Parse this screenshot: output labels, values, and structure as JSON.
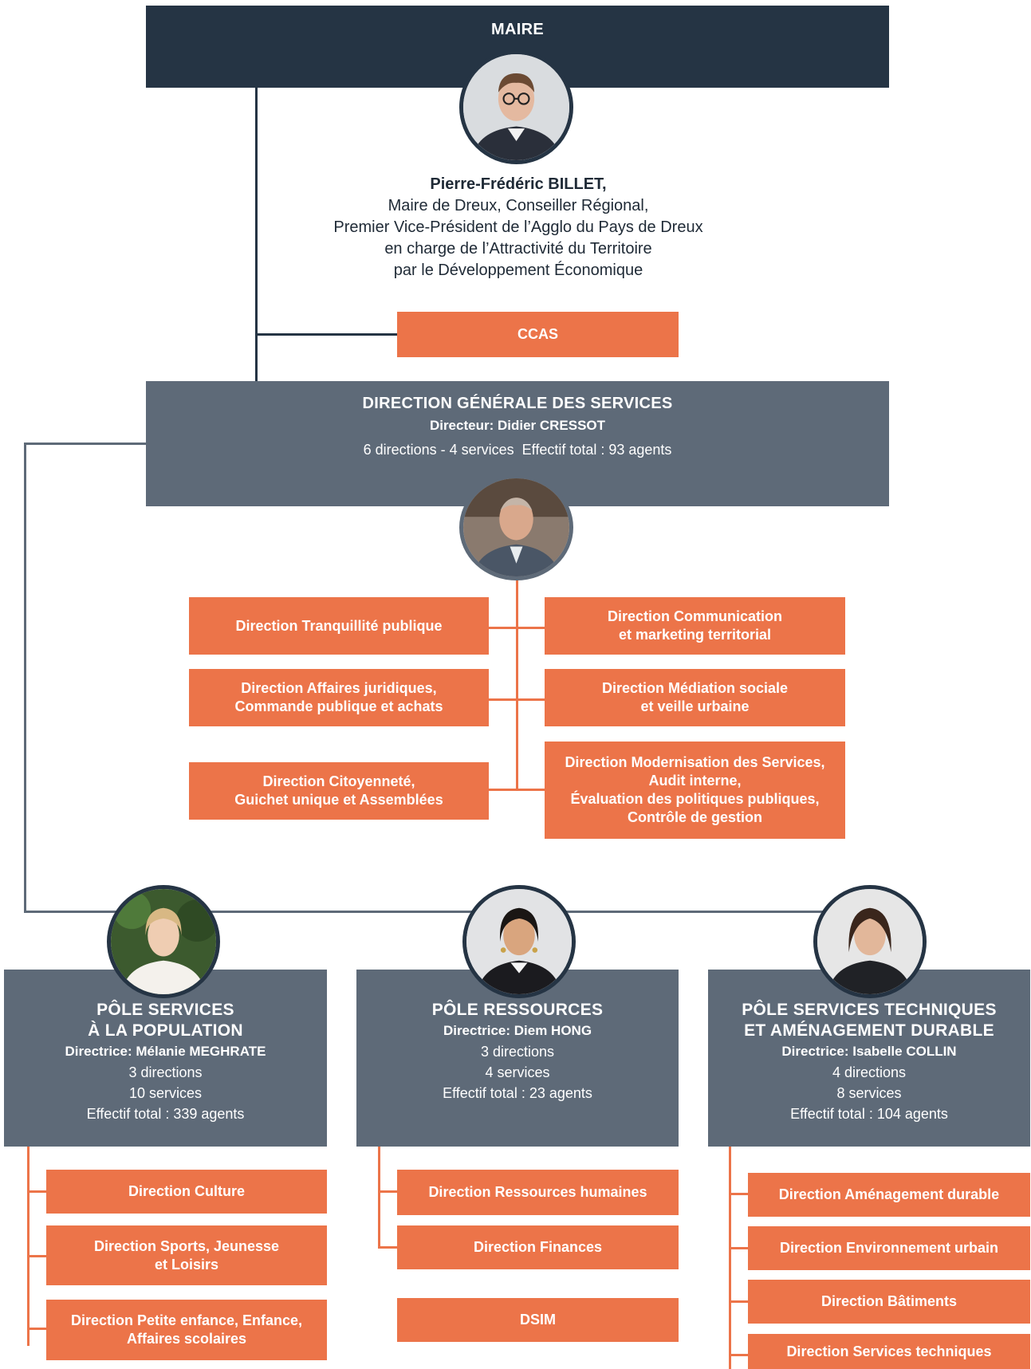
{
  "maire": {
    "header": "MAIRE",
    "name": "Pierre-Frédéric BILLET,",
    "bio_lines": [
      "Maire de Dreux, Conseiller Régional,",
      "Premier Vice-Président de l’Agglo du Pays de Dreux",
      "en charge de l’Attractivité du Territoire",
      "par le Développement Économique"
    ]
  },
  "ccas": "CCAS",
  "dgs": {
    "title": "DIRECTION GÉNÉRALE DES SERVICES",
    "director": "Directeur: Didier CRESSOT",
    "stats": "6 directions - 4 services  Effectif total : 93 agents"
  },
  "dgs_directions": {
    "left": [
      [
        "Direction Tranquillité publique"
      ],
      [
        "Direction Affaires juridiques,",
        "Commande publique et achats"
      ],
      [
        "Direction Citoyenneté,",
        "Guichet unique et Assemblées"
      ]
    ],
    "right": [
      [
        "Direction Communication",
        "et marketing territorial"
      ],
      [
        "Direction Médiation sociale",
        "et veille urbaine"
      ],
      [
        "Direction Modernisation des Services,",
        "Audit interne,",
        "Évaluation des politiques publiques,",
        "Contrôle de gestion"
      ]
    ]
  },
  "poles": [
    {
      "title_lines": [
        "PÔLE SERVICES",
        "À LA POPULATION"
      ],
      "director": "Directrice: Mélanie MEGHRATE",
      "lines": [
        "3 directions",
        "10 services",
        "Effectif total : 339 agents"
      ],
      "directions": [
        [
          "Direction Culture"
        ],
        [
          "Direction Sports, Jeunesse",
          "et Loisirs"
        ],
        [
          "Direction Petite enfance, Enfance,",
          "Affaires scolaires"
        ]
      ]
    },
    {
      "title_lines": [
        "PÔLE RESSOURCES"
      ],
      "director": "Directrice: Diem HONG",
      "lines": [
        "3 directions",
        "4 services",
        "Effectif total : 23 agents"
      ],
      "directions": [
        [
          "Direction Ressources humaines"
        ],
        [
          "Direction Finances"
        ],
        [
          "DSIM"
        ]
      ]
    },
    {
      "title_lines": [
        "PÔLE SERVICES TECHNIQUES",
        "ET AMÉNAGEMENT DURABLE"
      ],
      "director": "Directrice: Isabelle COLLIN",
      "lines": [
        "4 directions",
        "8 services",
        "Effectif total : 104 agents"
      ],
      "directions": [
        [
          "Direction Aménagement durable"
        ],
        [
          "Direction Environnement urbain"
        ],
        [
          "Direction Bâtiments"
        ],
        [
          "Direction Services techniques"
        ]
      ]
    }
  ],
  "colors": {
    "navy": "#253444",
    "slate": "#5e6a78",
    "orange": "#ec7449"
  }
}
